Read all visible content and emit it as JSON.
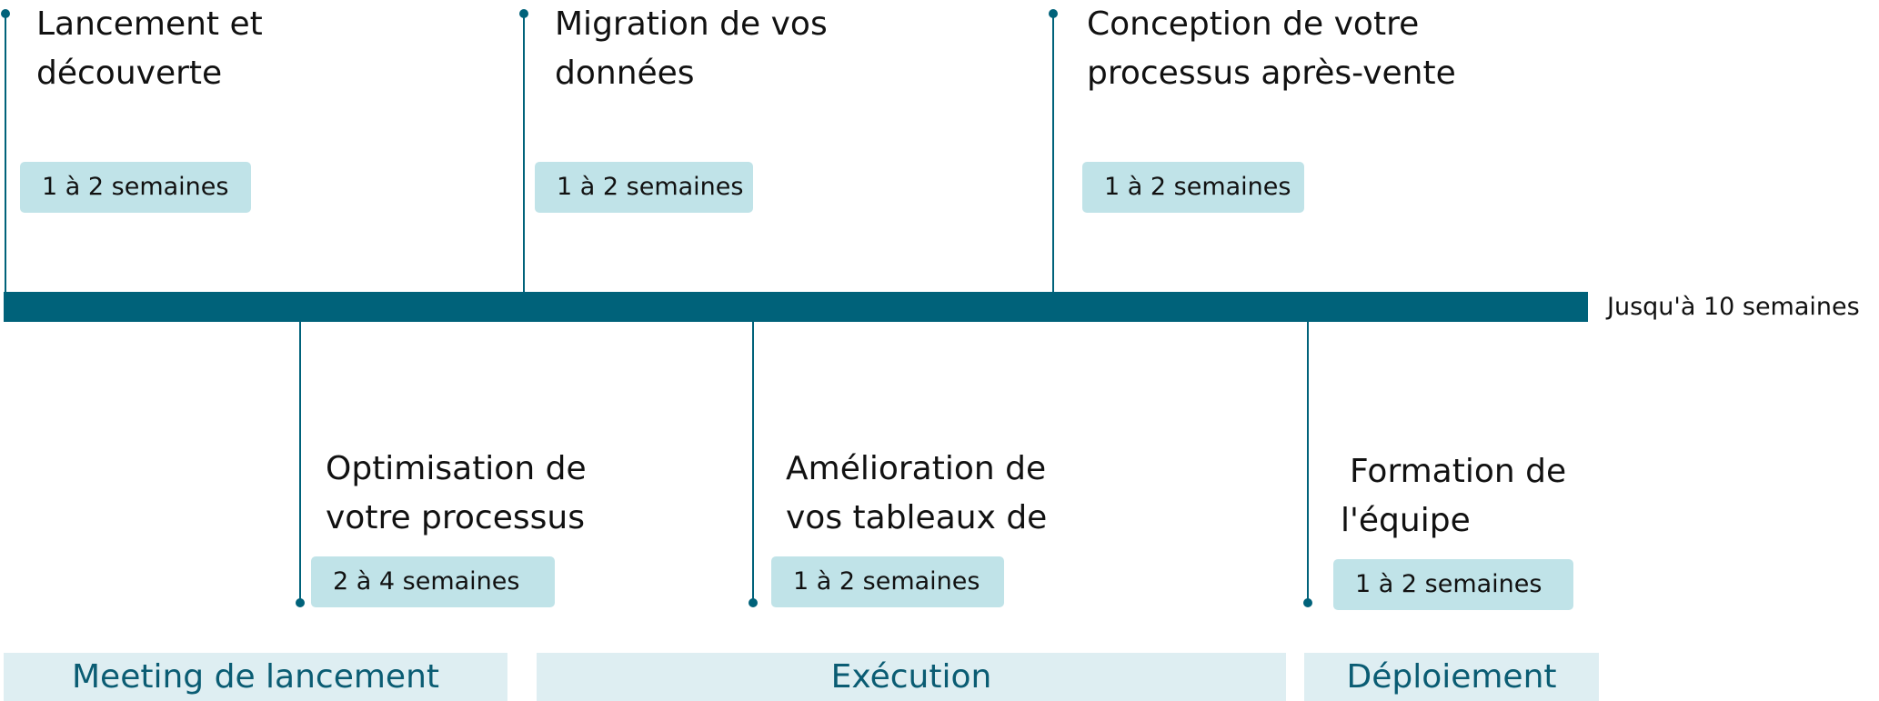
{
  "colors": {
    "accent": "#00627a",
    "badge_bg": "#c0e3e8",
    "phase_bg": "#deeef2",
    "phase_text": "#0a5c73"
  },
  "total_duration": "Jusqu'à 10 semaines",
  "steps_top": [
    {
      "title_line1": "Lancement et",
      "title_line2": "découverte",
      "duration": "1 à 2 semaines"
    },
    {
      "title_line1": "Migration de vos",
      "title_line2": "données",
      "duration": "1 à 2 semaines"
    },
    {
      "title_line1": "Conception de votre",
      "title_line2": "processus après-vente",
      "duration": "1 à 2 semaines"
    }
  ],
  "steps_bottom": [
    {
      "title_line1": "Optimisation de",
      "title_line2": "votre processus",
      "duration": "2 à 4 semaines"
    },
    {
      "title_line1": "Amélioration de",
      "title_line2": "vos tableaux de",
      "duration": "1 à 2 semaines"
    },
    {
      "title_line1": "Formation de",
      "title_line2": "l'équipe",
      "duration": "1 à 2 semaines"
    }
  ],
  "phases": [
    {
      "label": "Meeting de lancement"
    },
    {
      "label": "Exécution"
    },
    {
      "label": "Déploiement"
    }
  ]
}
